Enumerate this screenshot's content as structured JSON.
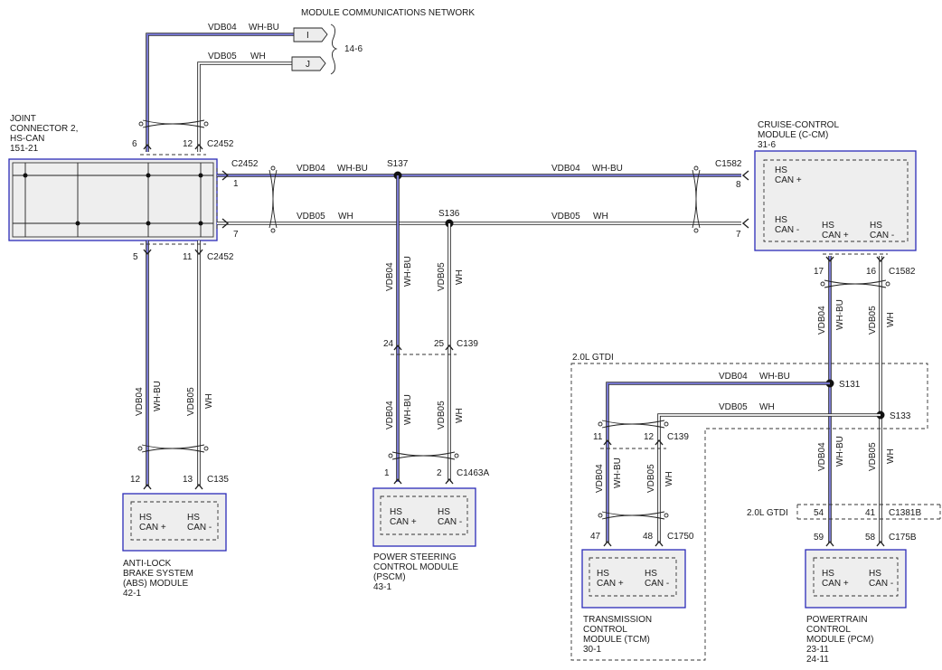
{
  "colors": {
    "wh_bu": "#1f1fcc",
    "box_fill": "#eeeeee",
    "box_border": "#2b2bb8"
  },
  "header": {
    "network": "MODULE COMMUNICATIONS NETWORK",
    "page_ref": "14-6"
  },
  "off_page": {
    "i": "I",
    "j": "J"
  },
  "circuits": {
    "vdb04": "VDB04",
    "vdb05": "VDB05",
    "wh_bu": "WH-BU",
    "wh": "WH"
  },
  "joint": {
    "line1": "JOINT",
    "line2": "CONNECTOR 2,",
    "line3": "HS-CAN",
    "line4": "151-21"
  },
  "ccm": {
    "line1": "CRUISE-CONTROL",
    "line2": "MODULE (C-CM)",
    "line3": "31-6"
  },
  "abs": {
    "line1": "ANTI-LOCK",
    "line2": "BRAKE SYSTEM",
    "line3": "(ABS) MODULE",
    "line4": "42-1"
  },
  "pscm": {
    "line1": "POWER STEERING",
    "line2": "CONTROL MODULE",
    "line3": "(PSCM)",
    "line4": "43-1"
  },
  "tcm": {
    "line1": "TRANSMISSION",
    "line2": "CONTROL",
    "line3": "MODULE (TCM)",
    "line4": "30-1"
  },
  "pcm": {
    "line1": "POWERTRAIN",
    "line2": "CONTROL",
    "line3": "MODULE (PCM)",
    "line4": "23-11",
    "line5": "24-11"
  },
  "pins": {
    "hs": "HS",
    "can_plus": "CAN +",
    "can_minus": "CAN -"
  },
  "connectors": {
    "c2452": "C2452",
    "c1582": "C1582",
    "c135": "C135",
    "c139": "C139",
    "c1463a": "C1463A",
    "c1750": "C1750",
    "c1381b": "C1381B",
    "c175b": "C175B"
  },
  "splices": {
    "s137": "S137",
    "s136": "S136",
    "s131": "S131",
    "s133": "S133"
  },
  "option": "2.0L GTDI",
  "pin_numbers": {
    "p6": "6",
    "p12": "12",
    "p1": "1",
    "p7": "7",
    "p5": "5",
    "p11": "11",
    "p8": "8",
    "p17": "17",
    "p16": "16",
    "p13": "13",
    "p24": "24",
    "p25": "25",
    "p2": "2",
    "p47": "47",
    "p48": "48",
    "p54": "54",
    "p41": "41",
    "p59": "59",
    "p58": "58"
  }
}
